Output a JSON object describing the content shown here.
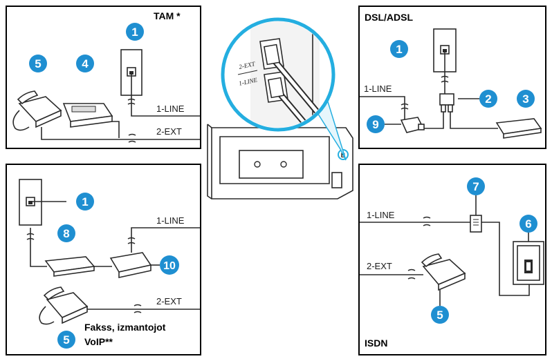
{
  "colors": {
    "badge": "#1f8fd1",
    "badge_text": "#ffffff",
    "lens": "#24aee0",
    "lens_fill": "#dff3fb",
    "line": "#2a2a2a"
  },
  "panels": {
    "tam": {
      "title": "TAM *",
      "line_label": "1-LINE",
      "ext_label": "2-EXT",
      "badges": [
        "1",
        "4",
        "5"
      ]
    },
    "dsl": {
      "title": "DSL/ADSL",
      "line_label": "1-LINE",
      "badges": [
        "1",
        "2",
        "3",
        "9"
      ]
    },
    "voip": {
      "line_label": "1-LINE",
      "ext_label": "2-EXT",
      "caption_line1": "Fakss, izmantojot",
      "caption_line2": "VoIP**",
      "badges": [
        "1",
        "8",
        "10",
        "5"
      ]
    },
    "isdn": {
      "title": "ISDN",
      "line_label": "1-LINE",
      "ext_label": "2-EXT",
      "badges": [
        "7",
        "6",
        "5"
      ]
    }
  },
  "printer": {
    "port_top": "2-EXT",
    "port_bottom": "1-LINE",
    "port_badge": "B"
  }
}
